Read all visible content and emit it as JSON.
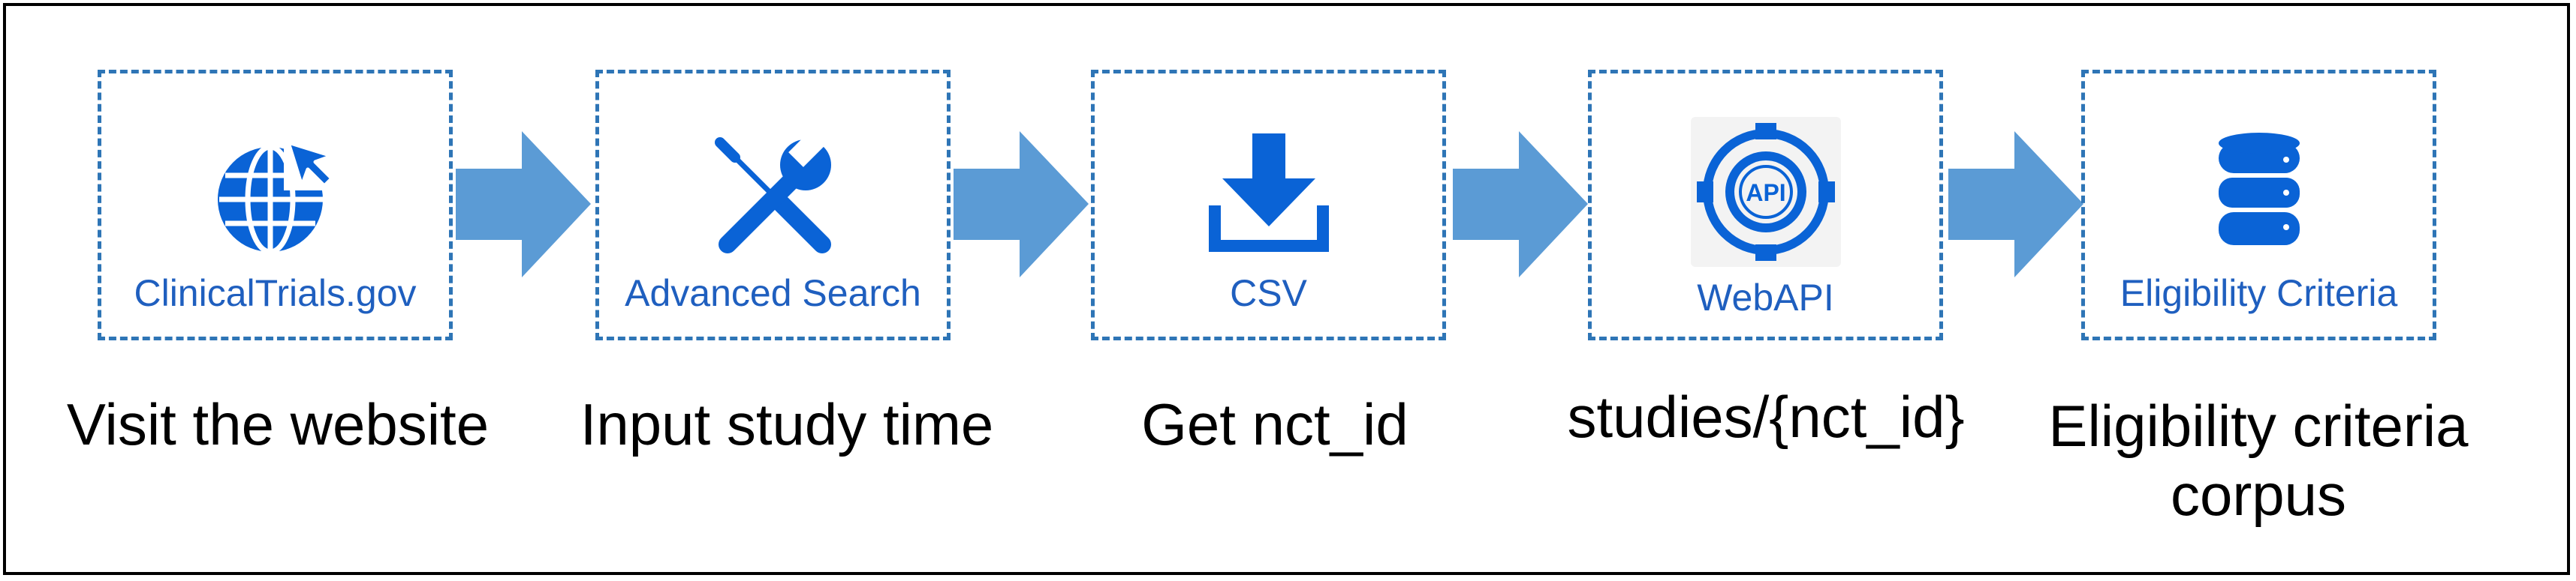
{
  "diagram": {
    "accent_color": "#2e75b6",
    "icon_color": "#0a63d6",
    "steps": [
      {
        "icon": "globe-cursor-icon",
        "box_label": "ClinicalTrials.gov",
        "caption": "Visit the website"
      },
      {
        "icon": "tools-icon",
        "box_label": "Advanced Search",
        "caption": "Input study time"
      },
      {
        "icon": "download-icon",
        "box_label": "CSV",
        "caption": "Get nct_id"
      },
      {
        "icon": "api-gear-icon",
        "box_label": "WebAPI",
        "caption": "studies/{nct_id}"
      },
      {
        "icon": "database-icon",
        "box_label": "Eligibility Criteria",
        "caption_line1": "Eligibility criteria",
        "caption_line2": "corpus"
      }
    ],
    "api_badge_text": "API"
  }
}
